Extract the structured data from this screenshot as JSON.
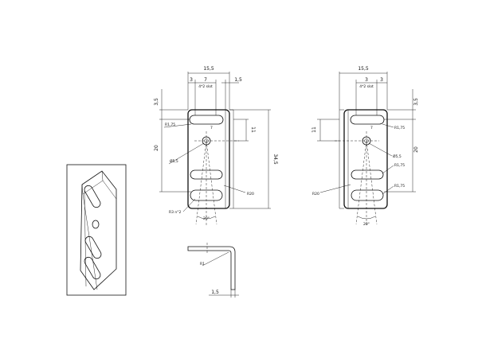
{
  "left_view": {
    "width_total": "15,5",
    "w_3": "3",
    "w_7": "7",
    "w_1_5": "1,5",
    "slot_note": "4*2 slot",
    "h_3_5": "3,5",
    "r1_75": "R1,75",
    "r_7": "7",
    "h_11": "11",
    "h_20": "20",
    "h_34_5": "34,5",
    "dia_5_5": "Ø5,5",
    "r20": "R20",
    "r3": "R3 n°2",
    "angle": "20°"
  },
  "right_view": {
    "width_total": "15,5",
    "w_3a": "3",
    "w_3b": "3",
    "slot_note": "4*2 slot",
    "h_3_5": "3,5",
    "r1_75_top": "R1,75",
    "r_7": "7",
    "h_11": "11",
    "h_20": "20",
    "dia_5_5": "Ø5,5",
    "r1_75_mid": "R1,75",
    "r1_75_bot": "R1,75",
    "r20": "R20",
    "angle": "20°"
  },
  "section_view": {
    "r1": "R1",
    "t_1_5": "1,5"
  }
}
